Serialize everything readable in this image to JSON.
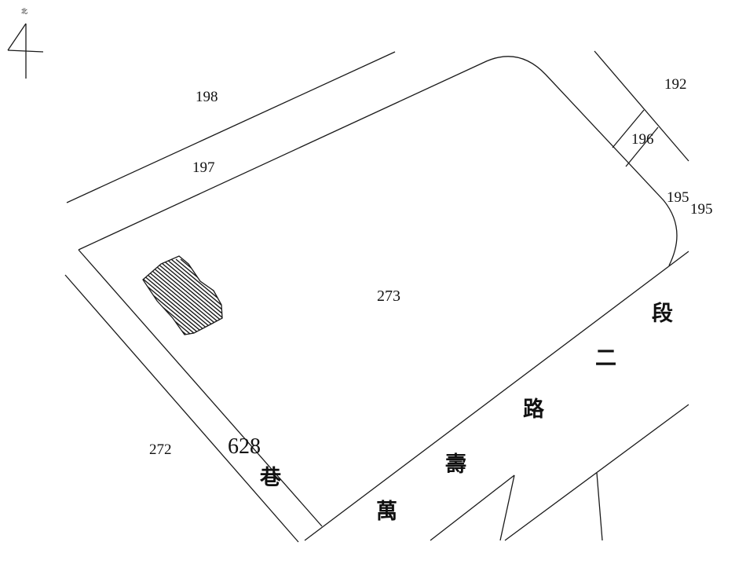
{
  "north": {
    "char": "北",
    "numeral": "4"
  },
  "parcels": {
    "main": "273",
    "p198": "198",
    "p197": "197",
    "p192": "192",
    "p196": "196",
    "p195a": "195",
    "p195b": "195",
    "p272": "272"
  },
  "lane": {
    "number": "628",
    "char": "巷"
  },
  "road": {
    "c1": "萬",
    "c2": "壽",
    "c3": "路",
    "c4": "二",
    "c5": "段"
  }
}
